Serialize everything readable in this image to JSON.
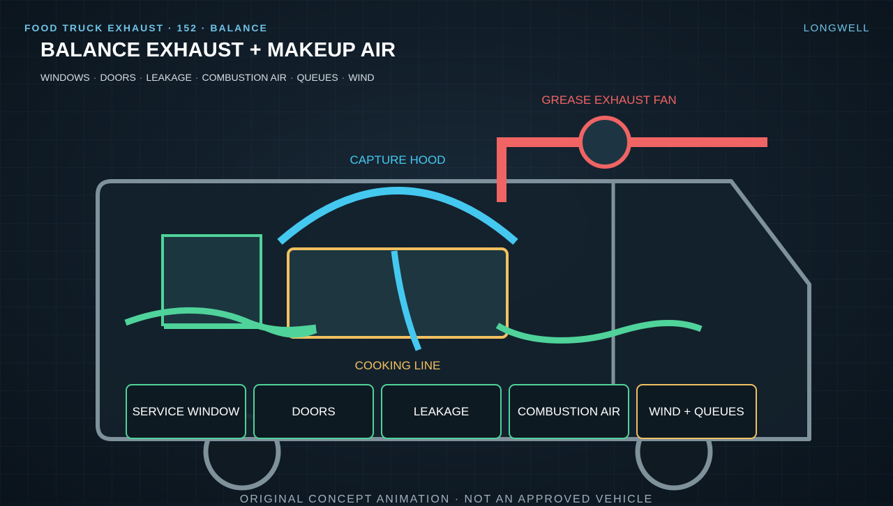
{
  "header": {
    "kicker": "FOOD TRUCK EXHAUST · 152 · BALANCE",
    "brand": "LONGWELL",
    "title": "BALANCE EXHAUST + MAKEUP AIR",
    "subtitle_items": [
      "WINDOWS",
      "DOORS",
      "LEAKAGE",
      "COMBUSTION AIR",
      "QUEUES",
      "WIND"
    ]
  },
  "diagram": {
    "fan_label": "GREASE EXHAUST FAN",
    "hood_label": "CAPTURE HOOD",
    "cooking_label": "COOKING LINE",
    "colors": {
      "exhaust": "#f06464",
      "hood": "#45c8f0",
      "cooking": "#f2c060",
      "makeup_air": "#4fd39a",
      "truck_outline": "#7f929c"
    }
  },
  "factors": [
    {
      "label": "SERVICE WINDOW",
      "highlight": false
    },
    {
      "label": "DOORS",
      "highlight": false
    },
    {
      "label": "LEAKAGE",
      "highlight": false
    },
    {
      "label": "COMBUSTION AIR",
      "highlight": false
    },
    {
      "label": "WIND + QUEUES",
      "highlight": true
    }
  ],
  "footer": "ORIGINAL CONCEPT ANIMATION · NOT AN APPROVED VEHICLE"
}
